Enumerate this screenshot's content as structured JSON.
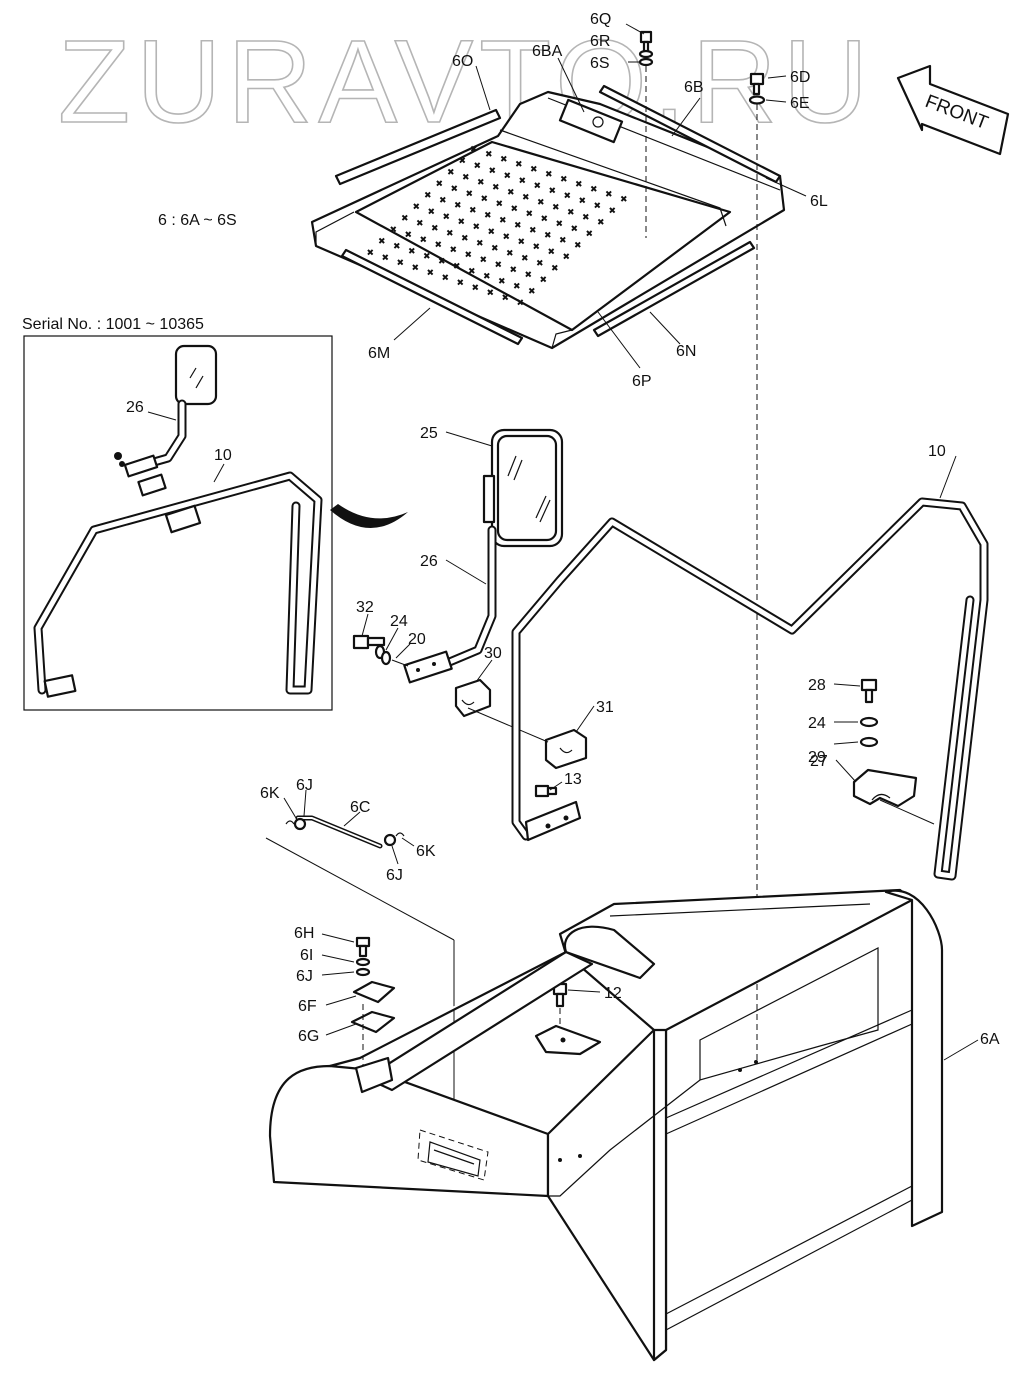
{
  "watermark": "ZURAVTO.RU",
  "direction_label": "FRONT",
  "group_note": "6 : 6A ~ 6S",
  "inset": {
    "title": "Serial No. : 1001 ~ 10365",
    "labels": {
      "mirror_stay": "26",
      "guard": "10"
    }
  },
  "callouts": {
    "6Q": "6Q",
    "6R": "6R",
    "6S": "6S",
    "6O": "6O",
    "6BA": "6BA",
    "6B": "6B",
    "6D": "6D",
    "6E": "6E",
    "6L": "6L",
    "6M": "6M",
    "6N": "6N",
    "6P": "6P",
    "p25": "25",
    "p26": "26",
    "p10": "10",
    "p32": "32",
    "p24a": "24",
    "p20": "20",
    "p30": "30",
    "p31": "31",
    "p13": "13",
    "p28": "28",
    "p24b": "24",
    "p29": "29",
    "p27": "27",
    "6K_a": "6K",
    "6J_a": "6J",
    "6C": "6C",
    "6K_b": "6K",
    "6J_b": "6J",
    "6H": "6H",
    "6I": "6I",
    "6J_c": "6J",
    "6F": "6F",
    "6G": "6G",
    "p12": "12",
    "6A": "6A"
  }
}
